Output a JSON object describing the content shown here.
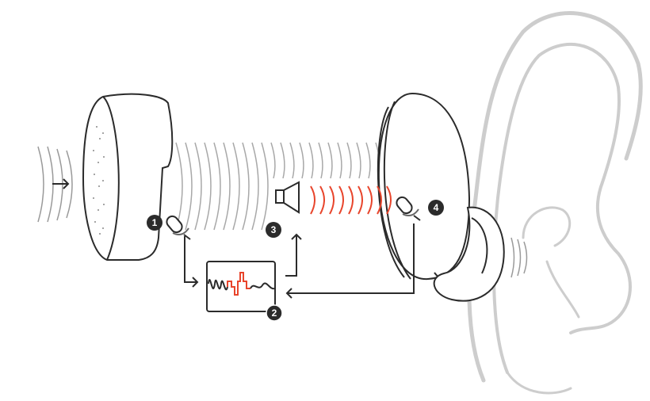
{
  "diagram": {
    "steps": [
      {
        "number": "1",
        "component": "external-microphone"
      },
      {
        "number": "2",
        "component": "processor"
      },
      {
        "number": "3",
        "component": "speaker"
      },
      {
        "number": "4",
        "component": "internal-microphone"
      }
    ]
  },
  "colors": {
    "line": "#2b2b2b",
    "wave_gray": "#9a9a9a",
    "anti_noise_red": "#e8452c",
    "ear_gray": "#c8c8c8",
    "badge": "#2b2b2b"
  }
}
